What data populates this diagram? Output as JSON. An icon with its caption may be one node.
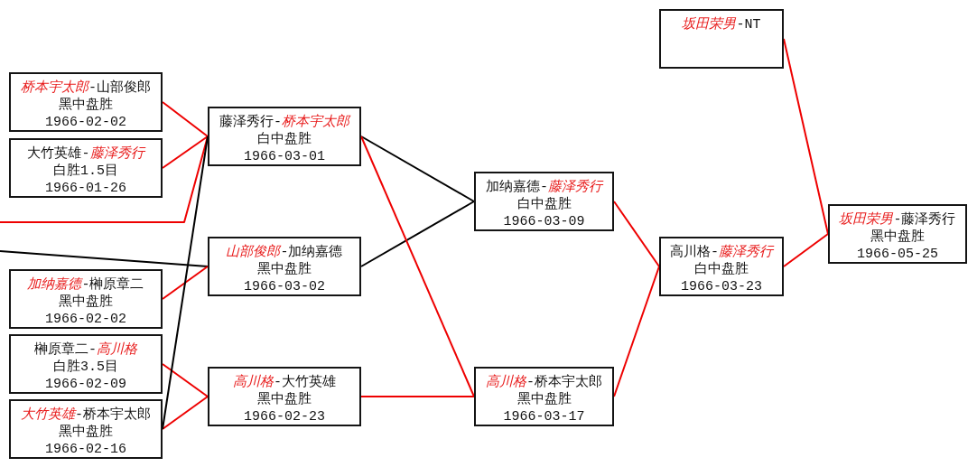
{
  "diagram": {
    "nodes": [
      {
        "text": [
          "*桥本宇太郎*-山部俊郎",
          "黑中盘胜",
          "1966-02-02"
        ]
      },
      {
        "text": [
          "大竹英雄-*藤泽秀行*",
          "白胜1.5目",
          "1966-01-26"
        ]
      },
      {
        "text": [
          "*加纳嘉德*-榊原章二",
          "黑中盘胜",
          "1966-02-02"
        ]
      },
      {
        "text": [
          "榊原章二-*高川格*",
          "白胜3.5目",
          "1966-02-09"
        ]
      },
      {
        "text": [
          "*大竹英雄*-桥本宇太郎",
          "黑中盘胜",
          "1966-02-16"
        ]
      },
      {
        "text": [
          "藤泽秀行-*桥本宇太郎*",
          "白中盘胜",
          "1966-03-01"
        ]
      },
      {
        "text": [
          "*山部俊郎*-加纳嘉德",
          "黑中盘胜",
          "1966-03-02"
        ]
      },
      {
        "text": [
          "*高川格*-大竹英雄",
          "黑中盘胜",
          "1966-02-23"
        ]
      },
      {
        "text": [
          "加纳嘉德-*藤泽秀行*",
          "白中盘胜",
          "1966-03-09"
        ]
      },
      {
        "text": [
          "*高川格*-桥本宇太郎",
          "黑中盘胜",
          "1966-03-17"
        ]
      },
      {
        "text": [
          "*坂田荣男*-NT"
        ]
      },
      {
        "text": [
          "高川格-*藤泽秀行*",
          "白中盘胜",
          "1966-03-23"
        ]
      },
      {
        "text": [
          "*坂田荣男*-藤泽秀行",
          "黑中盘胜",
          "1966-05-25"
        ]
      }
    ],
    "edges": [
      {
        "from": 0,
        "to": 5,
        "arrow": "none"
      },
      {
        "from": 1,
        "to": 5,
        "arrow": "none"
      },
      {
        "from": null,
        "to": 5,
        "arrow": "none"
      },
      {
        "from": null,
        "to": 6,
        "arrow": "none",
        "color": "#000000"
      },
      {
        "from": 2,
        "to": 6,
        "arrow": "none"
      },
      {
        "from": 3,
        "to": 7,
        "arrow": "none"
      },
      {
        "from": 4,
        "to": 7,
        "arrow": "none"
      },
      {
        "from": 4,
        "to": 5,
        "arrow": "none",
        "color": "#000000"
      },
      {
        "from": 5,
        "to": 8,
        "arrow": "none",
        "color": "#000000"
      },
      {
        "from": 6,
        "to": 8,
        "arrow": "none",
        "color": "#000000"
      },
      {
        "from": 5,
        "to": 9,
        "arrow": "none"
      },
      {
        "from": 7,
        "to": 9,
        "arrow": "none"
      },
      {
        "from": 8,
        "to": 11,
        "arrow": "none"
      },
      {
        "from": 9,
        "to": 11,
        "arrow": "none"
      },
      {
        "from": 10,
        "to": 12,
        "arrow": "none"
      },
      {
        "from": 11,
        "to": 12,
        "arrow": "none"
      }
    ]
  }
}
